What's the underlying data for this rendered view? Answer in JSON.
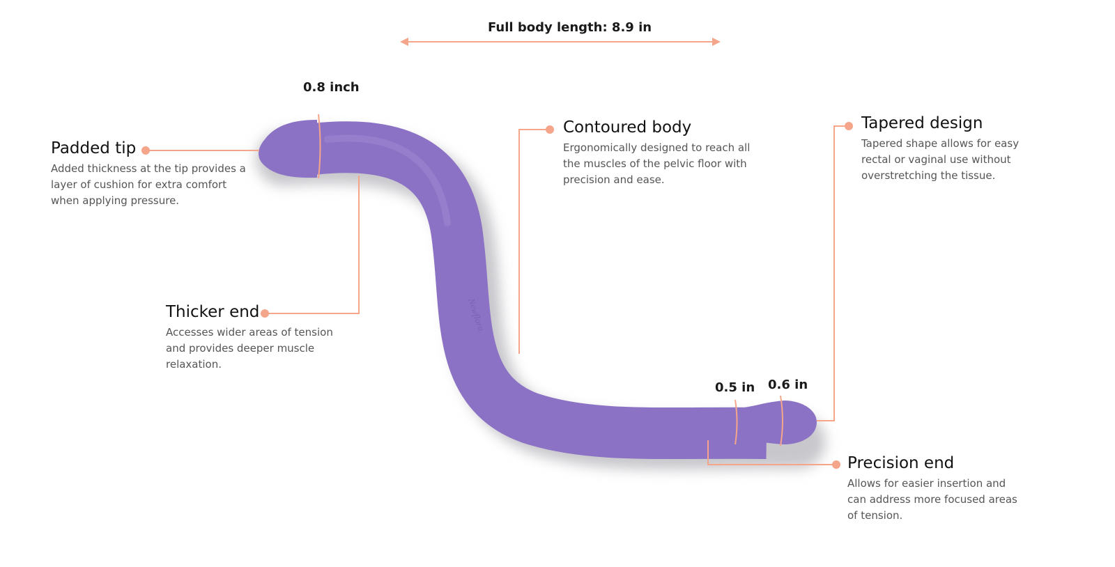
{
  "colors": {
    "accent": "#f4a58a",
    "product": "#8c72c5",
    "product_shadow": "#c8c8cc"
  },
  "product": {
    "logo_text": "Newflora",
    "color_name": "purple"
  },
  "measurements": {
    "full_length": "Full body length: 8.9 in",
    "thick_width": "0.8 inch",
    "shaft_width": "0.5 in",
    "tip_width": "0.6 in"
  },
  "callouts": {
    "padded_tip": {
      "title": "Padded tip",
      "desc": "Added thickness at the tip provides a layer of cushion for extra comfort when applying pressure."
    },
    "thicker_end": {
      "title": "Thicker end",
      "desc": "Accesses wider areas of tension and provides deeper muscle relaxation."
    },
    "contoured_body": {
      "title": "Contoured body",
      "desc": "Ergonomically designed to reach all the muscles of the pelvic floor with precision and ease."
    },
    "tapered_design": {
      "title": "Tapered design",
      "desc": "Tapered shape allows for easy rectal or vaginal use without overstretching the tissue."
    },
    "precision_end": {
      "title": "Precision end",
      "desc": "Allows for easier insertion and can address more focused areas of tension."
    }
  }
}
